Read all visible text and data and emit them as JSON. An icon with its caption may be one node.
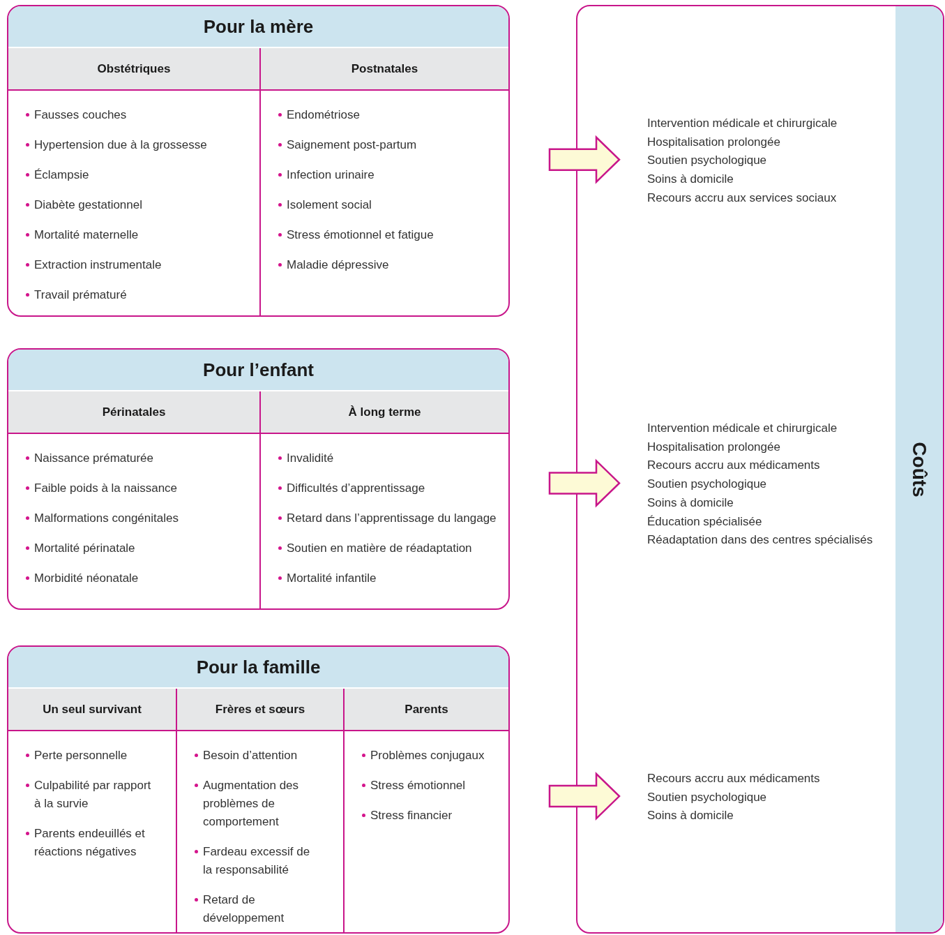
{
  "diagram": {
    "nodes": [
      {
        "text": [
          "Pour la mère"
        ]
      },
      {
        "text": [
          "Obstétriques",
          "Fausses couches",
          "Hypertension due à la grossesse",
          "Éclampsie",
          "Diabète gestationnel",
          "Mortalité maternelle",
          "Extraction instrumentale",
          "Travail prématuré"
        ],
        "in": 0
      },
      {
        "text": [
          "Postnatales",
          "Endométriose",
          "Saignement post-partum",
          "Infection urinaire",
          "Isolement social",
          "Stress émotionnel et fatigue",
          "Maladie dépressive"
        ],
        "in": 0
      },
      {
        "text": [
          "Pour l’enfant"
        ]
      },
      {
        "text": [
          "Périnatales",
          "Naissance prématurée",
          "Faible poids à la naissance",
          "Malformations congénitales",
          "Mortalité périnatale",
          "Morbidité néonatale"
        ],
        "in": 3
      },
      {
        "text": [
          "À long terme",
          "Invalidité",
          "Difficultés d’apprentissage",
          "Retard dans l’apprentissage du langage",
          "Soutien en matière de réadaptation",
          "Mortalité infantile"
        ],
        "in": 3
      },
      {
        "text": [
          "Pour la famille"
        ]
      },
      {
        "text": [
          "Un seul survivant",
          "Perte personnelle",
          "Culpabilité par rapport à la survie",
          "Parents endeuillés et réactions négatives"
        ],
        "in": 6
      },
      {
        "text": [
          "Frères et sœurs",
          "Besoin d’attention",
          "Augmentation des problèmes de comportement",
          "Fardeau excessif de la responsabilité",
          "Retard de développement"
        ],
        "in": 6
      },
      {
        "text": [
          "Parents",
          "Problèmes conjugaux",
          "Stress émotionnel",
          "Stress financier"
        ],
        "in": 6
      },
      {
        "text": [
          "Coûts"
        ]
      },
      {
        "text": [
          "Intervention médicale et chirurgicale",
          "Hospitalisation prolongée",
          "Soutien psychologique",
          "Soins à domicile",
          "Recours accru aux services sociaux"
        ],
        "in": 10
      },
      {
        "text": [
          "Intervention médicale et chirurgicale",
          "Hospitalisation prolongée",
          "Recours accru aux médicaments",
          "Soutien psychologique",
          "Soins à domicile",
          "Éducation spécialisée",
          "Réadaptation dans des centres spécialisés"
        ],
        "in": 10
      },
      {
        "text": [
          "Recours accru aux médicaments",
          "Soutien psychologique",
          "Soins à domicile"
        ],
        "in": 10
      }
    ],
    "edges": [
      {
        "from": 0,
        "to": 11,
        "arrow": "to"
      },
      {
        "from": 3,
        "to": 12,
        "arrow": "to"
      },
      {
        "from": 6,
        "to": 13,
        "arrow": "to"
      }
    ]
  }
}
